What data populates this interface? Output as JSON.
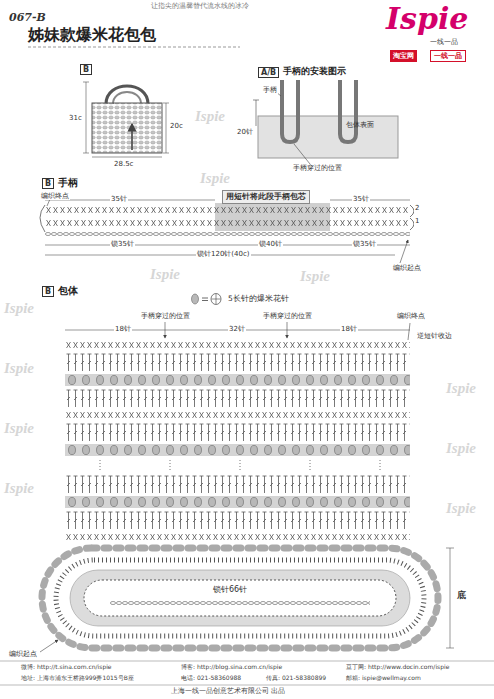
{
  "diagram": {
    "title": "姊妹款爆米花包包",
    "nodes": [
      {
        "text": [
          "B"
        ]
      },
      {
        "text": [
          "A/B",
          "手柄的安装图示"
        ]
      },
      {
        "text": [
          "B",
          "手柄"
        ]
      },
      {
        "text": [
          "用短针将此段手柄包芯"
        ]
      },
      {
        "text": [
          "B",
          "包体"
        ]
      },
      {
        "text": [
          "淘宝网"
        ]
      },
      {
        "text": [
          "一线一品"
        ]
      }
    ],
    "labels": [
      "067-B",
      "让指尖的温馨替代流水线的冰冷",
      "Ispie",
      "一线一品",
      "Ispie",
      "Ispie",
      "Ispie",
      "Ispie",
      "Ispie",
      "Ispie",
      "Ispie",
      "Ispie",
      "Ispie",
      "Ispie",
      "Ispie",
      "31c",
      "20c",
      "28.5c",
      "手柄",
      "20针",
      "包体表面",
      "手柄穿过的位置",
      "编织终点",
      "35针",
      "35针",
      "2",
      "1",
      "锁35针",
      "锁40针",
      "锁35针",
      "锁针120针(40c)",
      "编织起点",
      "18针",
      "手柄穿过的位置",
      "32针",
      "手柄穿过的位置",
      "18针",
      "编织终点",
      "逆短针收边",
      "锁针66针",
      "底",
      "编织起点",
      "微博: http://t.sina.com.cn/ispie",
      "博客: http://blog.sina.com.cn/ispie",
      "豆丁网: http://www.docin.com/ispie",
      "地址: 上海市浦东王桥路999弄1015号B座",
      "电话: 021-58360988",
      "传真: 021-58380899",
      "邮箱: ispie@wellmay.com",
      "上海一线一品创意艺术有限公司 出品"
    ],
    "legend": [
      {
        "text": "5长针的爆米花针"
      }
    ]
  }
}
